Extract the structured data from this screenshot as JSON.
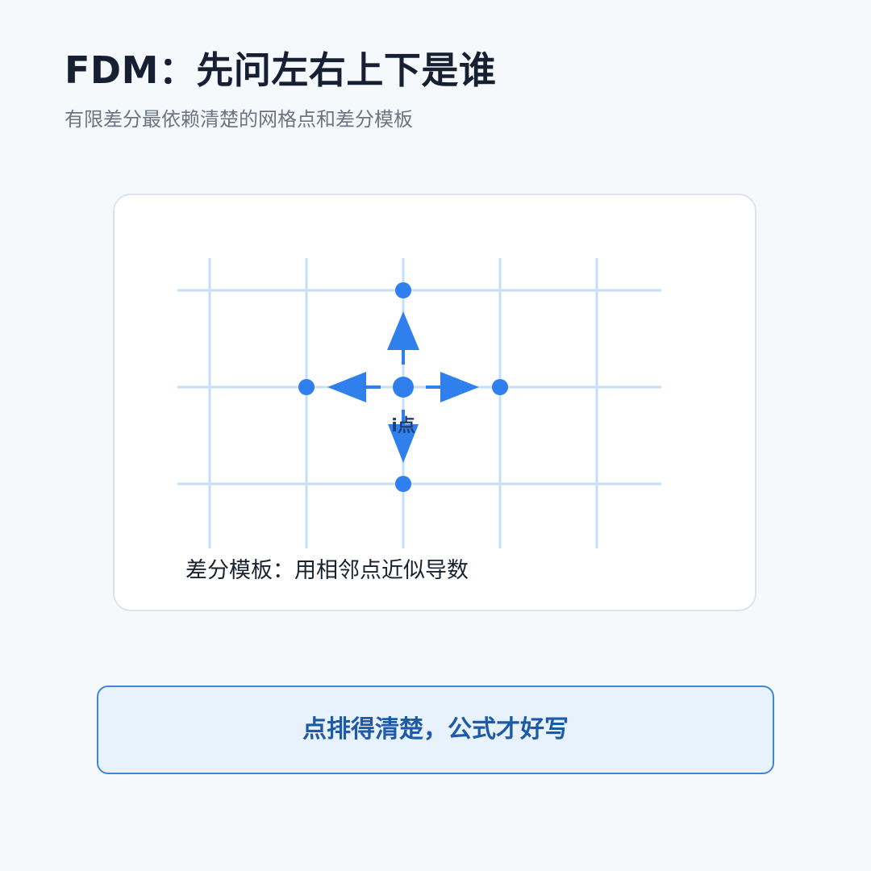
{
  "header": {
    "title": "FDM：先问左右上下是谁",
    "subtitle": "有限差分最依赖清楚的网格点和差分模板"
  },
  "diagram": {
    "center_label": "i点",
    "caption": "差分模板：用相邻点近似导数",
    "colors": {
      "grid": "#c7def9",
      "accent": "#2f80ed",
      "card_border": "#dce3ea"
    }
  },
  "callout": {
    "text": "点排得清楚，公式才好写"
  }
}
